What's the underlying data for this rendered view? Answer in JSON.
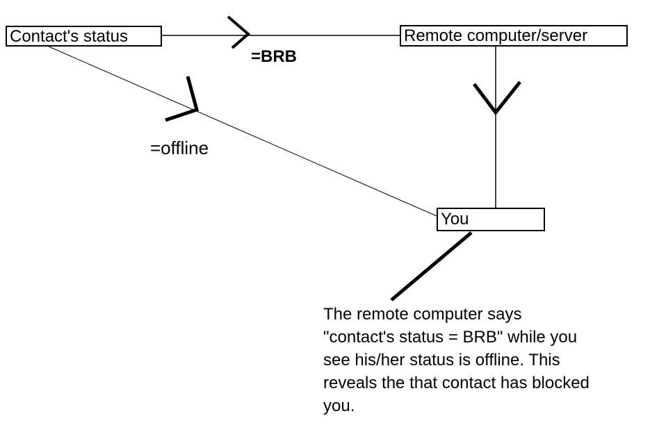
{
  "colors": {
    "background": "#ffffff",
    "ink": "#000000"
  },
  "diagram": {
    "nodes": {
      "contact_status": {
        "label": "Contact's status"
      },
      "remote_server": {
        "label": "Remote computer/server"
      },
      "you": {
        "label": "You"
      }
    },
    "edges": [
      {
        "from": "contact_status",
        "to": "remote_server",
        "label": "=BRB"
      },
      {
        "from": "contact_status",
        "to": "you",
        "label": "=offline"
      },
      {
        "from": "remote_server",
        "to": "you",
        "label": ""
      }
    ],
    "edge_labels": {
      "brb": "=BRB",
      "offline": "=offline"
    }
  },
  "note": {
    "lines": [
      "The remote computer says",
      "\"contact's status = BRB\" while you",
      "see his/her status is offline. This",
      "reveals the that contact has blocked",
      "you."
    ]
  }
}
